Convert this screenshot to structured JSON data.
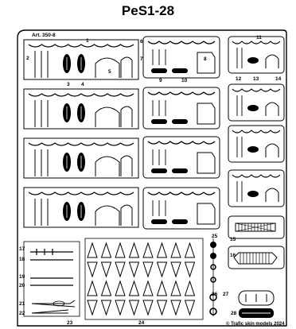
{
  "title": "PeS1-28",
  "art_label": "Art. 350-8",
  "copyright": "© Trafic skin models 2024",
  "part_numbers": [
    "1",
    "2",
    "3",
    "4",
    "5",
    "6",
    "7",
    "8",
    "9",
    "10",
    "11",
    "12",
    "13",
    "14",
    "15",
    "16",
    "17",
    "18",
    "19",
    "20",
    "21",
    "22",
    "23",
    "24",
    "25",
    "26",
    "27",
    "28"
  ]
}
